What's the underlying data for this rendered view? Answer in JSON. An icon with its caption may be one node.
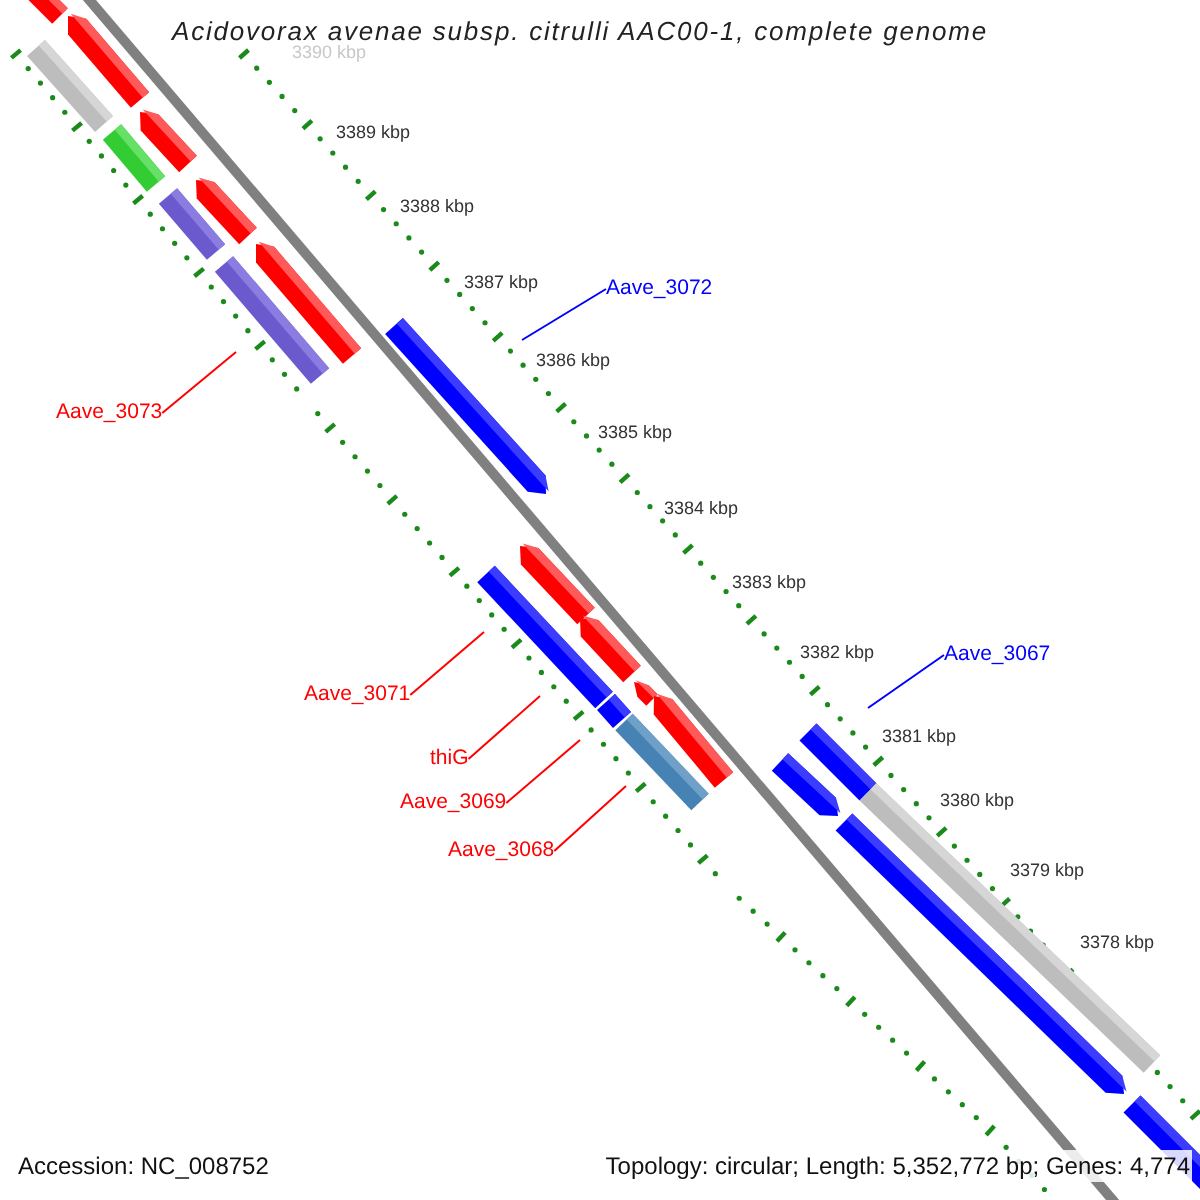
{
  "diagram": {
    "title": "Acidovorax avenae subsp. citrulli AAC00-1, complete genome",
    "nodes": [
      {
        "text": [
          "Aave_3072"
        ]
      },
      {
        "text": [
          "Aave_3073"
        ]
      },
      {
        "text": [
          "Aave_3067"
        ]
      },
      {
        "text": [
          "Aave_3071"
        ]
      },
      {
        "text": [
          "thiG"
        ]
      },
      {
        "text": [
          "Aave_3069"
        ]
      },
      {
        "text": [
          "Aave_3068"
        ]
      }
    ],
    "edges": [
      {
        "from": 0,
        "to": null,
        "arrow": "none",
        "color": "#0000ff"
      },
      {
        "from": 1,
        "to": null,
        "arrow": "none"
      },
      {
        "from": 2,
        "to": null,
        "arrow": "none",
        "color": "#0000ff"
      },
      {
        "from": 3,
        "to": null,
        "arrow": "none"
      },
      {
        "from": 4,
        "to": null,
        "arrow": "none"
      },
      {
        "from": 5,
        "to": null,
        "arrow": "none"
      },
      {
        "from": 6,
        "to": null,
        "arrow": "none"
      }
    ],
    "labels": [
      "3390 kbp",
      "3389 kbp",
      "3388 kbp",
      "3387 kbp",
      "3386 kbp",
      "3385 kbp",
      "3384 kbp",
      "3383 kbp",
      "3382 kbp",
      "3381 kbp",
      "3380 kbp",
      "3379 kbp",
      "3378 kbp",
      "Accession: NC_008752",
      "Topology: circular; Length: 5,352,772 bp; Genes: 4,774"
    ]
  }
}
